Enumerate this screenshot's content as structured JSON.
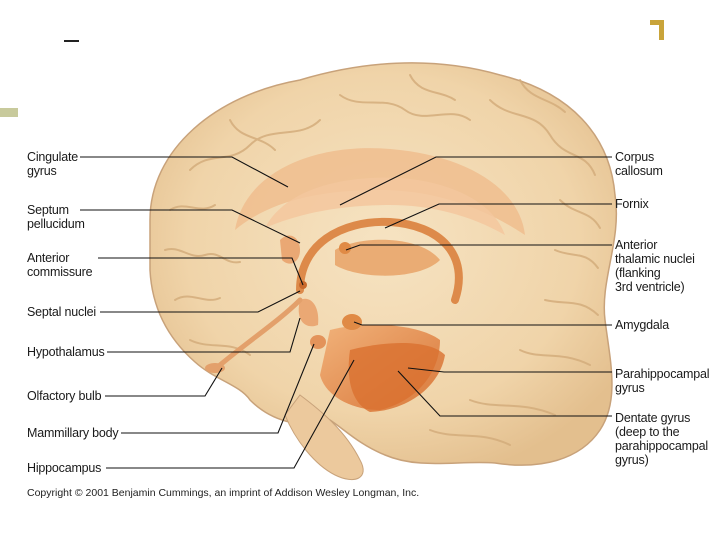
{
  "labels_left": [
    {
      "key": "cingulate",
      "text": "Cingulate\ngyrus"
    },
    {
      "key": "septum",
      "text": "Septum\npellucidum"
    },
    {
      "key": "anterior_commissure",
      "text": "Anterior\ncommissure"
    },
    {
      "key": "septal_nuclei",
      "text": "Septal nuclei"
    },
    {
      "key": "hypothalamus",
      "text": "Hypothalamus"
    },
    {
      "key": "olfactory_bulb",
      "text": "Olfactory bulb"
    },
    {
      "key": "mammillary_body",
      "text": "Mammillary body"
    },
    {
      "key": "hippocampus",
      "text": "Hippocampus"
    }
  ],
  "labels_right": [
    {
      "key": "corpus_callosum",
      "text": "Corpus\ncallosum"
    },
    {
      "key": "fornix",
      "text": "Fornix"
    },
    {
      "key": "anterior_thalamic",
      "text": "Anterior\nthalamic nuclei\n(flanking\n3rd ventricle)"
    },
    {
      "key": "amygdala",
      "text": "Amygdala"
    },
    {
      "key": "parahippocampal",
      "text": "Parahippocampal\ngyrus"
    },
    {
      "key": "dentate",
      "text": "Dentate gyrus\n(deep to the\nparahippocampal\ngyrus)"
    }
  ],
  "copyright": "Copyright © 2001 Benjamin Cummings, an imprint of Addison Wesley Longman, Inc.",
  "colors": {
    "brain_fill": "#f3dcb4",
    "brain_shade": "#e6c596",
    "sulcus": "#d8b483",
    "limbic": "#e6954e",
    "limbic_dark": "#c96a2c",
    "accent": "#c9a43a"
  }
}
